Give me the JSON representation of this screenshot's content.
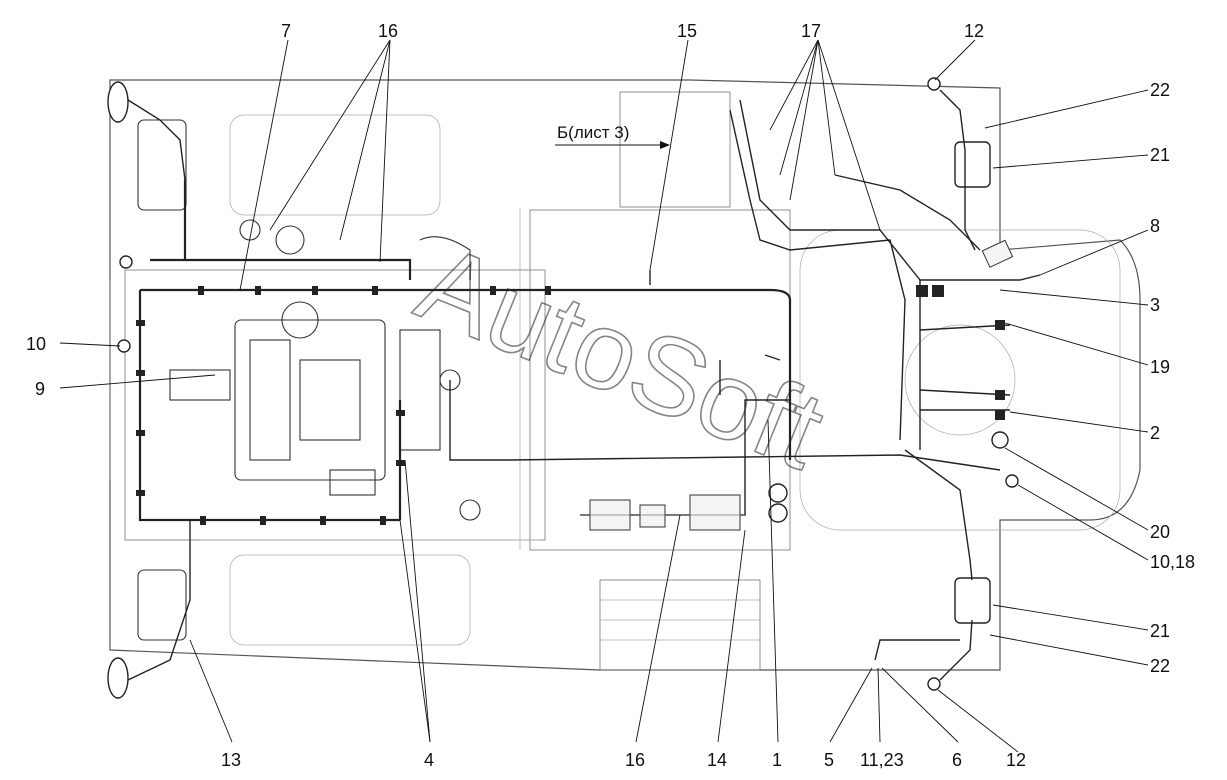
{
  "watermark": "AutoSoft",
  "reference_label": "Б(лист 3)",
  "callouts": {
    "c7": "7",
    "c16_top": "16",
    "c15": "15",
    "c17": "17",
    "c12_top": "12",
    "c22_top": "22",
    "c21_top": "21",
    "c8": "8",
    "c3": "3",
    "c19": "19",
    "c2": "2",
    "c20": "20",
    "c10_18": "10,18",
    "c21_bottom": "21",
    "c22_bottom": "22",
    "c12_bottom": "12",
    "c10": "10",
    "c9": "9",
    "c13": "13",
    "c4": "4",
    "c16_bottom": "16",
    "c14": "14",
    "c1": "1",
    "c5": "5",
    "c11_23": "11,23",
    "c6": "6"
  }
}
